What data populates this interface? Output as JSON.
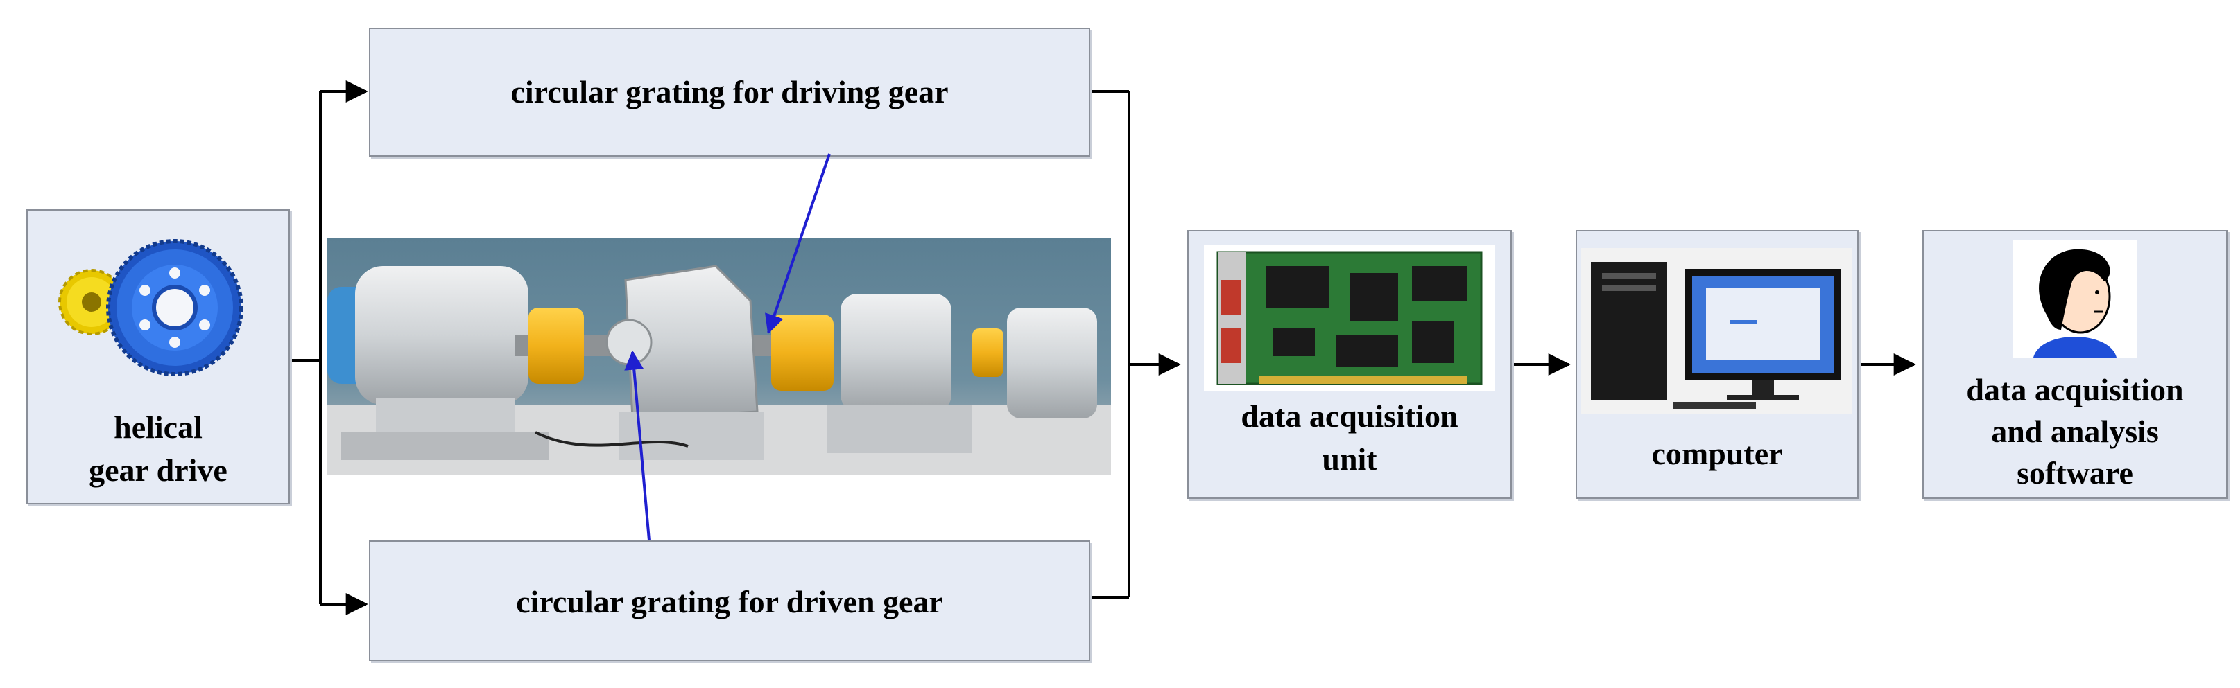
{
  "nodes": {
    "gear_drive": {
      "label_line1": "helical",
      "label_line2": "gear drive",
      "icon": "helical-gear-pair"
    },
    "grating_driving": {
      "label": "circular grating for driving gear"
    },
    "grating_driven": {
      "label": "circular grating for driven gear"
    },
    "test_rig": {
      "icon": "gear-test-rig-photo"
    },
    "daq_unit": {
      "label_line1": "data acquisition",
      "label_line2": "unit",
      "icon": "daq-card"
    },
    "computer": {
      "label": "computer",
      "icon": "desktop-computer"
    },
    "software": {
      "label_line1": "data acquisition",
      "label_line2": "and analysis",
      "label_line3": "software",
      "icon": "user-avatar"
    }
  },
  "colors": {
    "box_fill": "#e6ebf5",
    "box_border": "#8a8f99",
    "arrow": "#000000",
    "pointer": "#1f1fd0",
    "gear_big": "#2f6fe0",
    "gear_small": "#e8c800",
    "coupling": "#f2b21b"
  }
}
